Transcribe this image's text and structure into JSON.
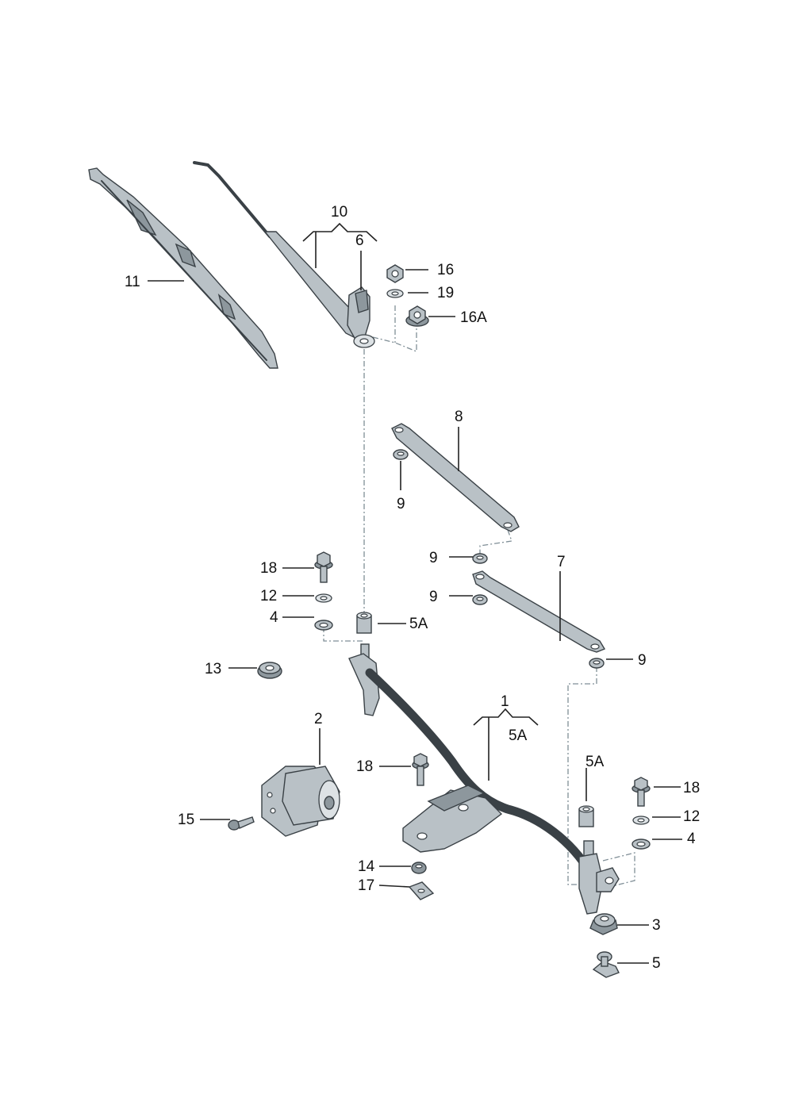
{
  "diagram": {
    "labels": {
      "p1": "1",
      "p2": "2",
      "p3": "3",
      "p4a": "4",
      "p4b": "4",
      "p5": "5",
      "p5a_1": "5A",
      "p5a_2": "5A",
      "p5a_3": "5A",
      "p6": "6",
      "p7": "7",
      "p8": "8",
      "p9a": "9",
      "p9b": "9",
      "p9c": "9",
      "p9d": "9",
      "p10": "10",
      "p11": "11",
      "p12a": "12",
      "p12b": "12",
      "p13": "13",
      "p14": "14",
      "p15": "15",
      "p16": "16",
      "p16a": "16A",
      "p17": "17",
      "p18a": "18",
      "p18b": "18",
      "p18c": "18",
      "p19": "19"
    },
    "colors": {
      "part_fill": "#b9c1c6",
      "part_dark": "#8d979d",
      "outline": "#3a4146",
      "centerline": "#7f8e96"
    }
  }
}
